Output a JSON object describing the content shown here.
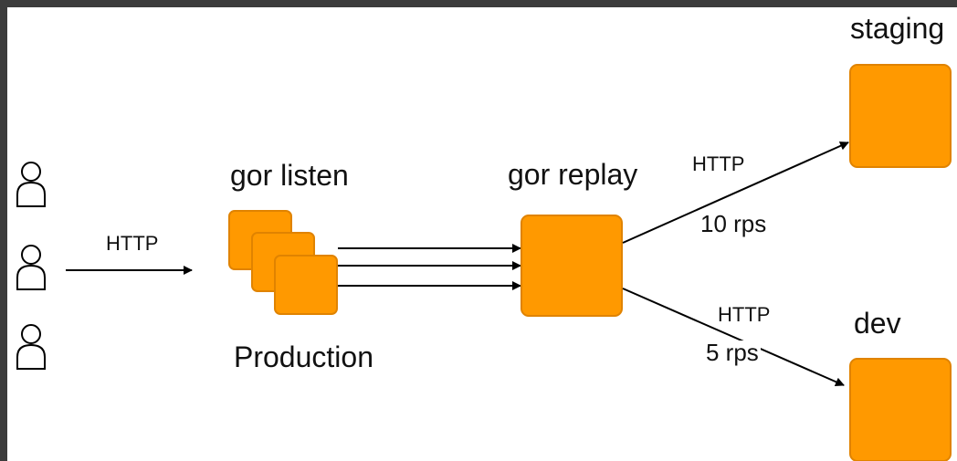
{
  "colors": {
    "frame": "#3c3c3c",
    "background": "#ffffff",
    "node_fill": "#ff9900",
    "node_stroke": "#e08300",
    "line": "#000000"
  },
  "icons": [
    "user-icon",
    "user-icon",
    "user-icon"
  ],
  "labels": {
    "input_protocol": "HTTP",
    "listener_title": "gor listen",
    "listener_caption": "Production",
    "replay_title": "gor replay",
    "staging_title": "staging",
    "dev_title": "dev",
    "staging_protocol": "HTTP",
    "staging_rate": "10 rps",
    "dev_protocol": "HTTP",
    "dev_rate": "5 rps"
  }
}
